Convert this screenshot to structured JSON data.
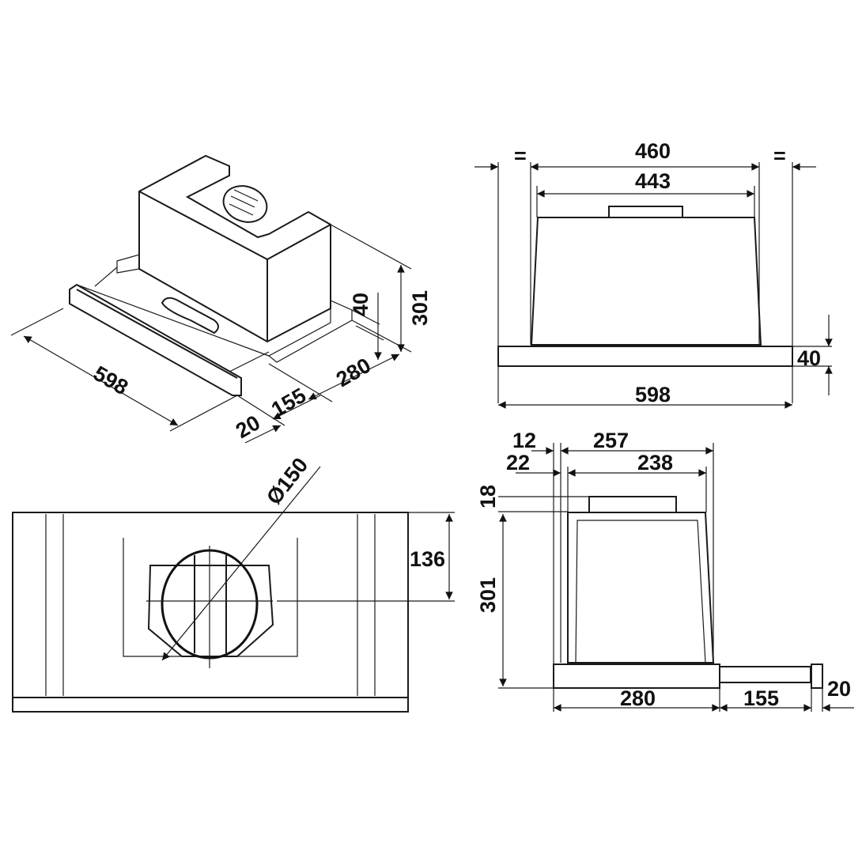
{
  "drawing": {
    "subject": "range-hood-technical-drawing",
    "color": "#111111",
    "background": "#ffffff"
  },
  "iso_view": {
    "width": "598",
    "height": "301",
    "visor_height": "40",
    "depth": "280",
    "extension": "155",
    "visor_thickness": "20"
  },
  "front_view": {
    "inner_width": "460",
    "body_width": "443",
    "total_width": "598",
    "visor_height": "40",
    "equal_left": "=",
    "equal_right": "="
  },
  "bottom_view": {
    "duct_diameter": "Ø150",
    "duct_offset": "136"
  },
  "side_view": {
    "offset_12": "12",
    "width_257": "257",
    "offset_22": "22",
    "width_238": "238",
    "collar_height": "18",
    "height": "301",
    "depth": "280",
    "extension": "155",
    "visor_thickness": "20"
  }
}
